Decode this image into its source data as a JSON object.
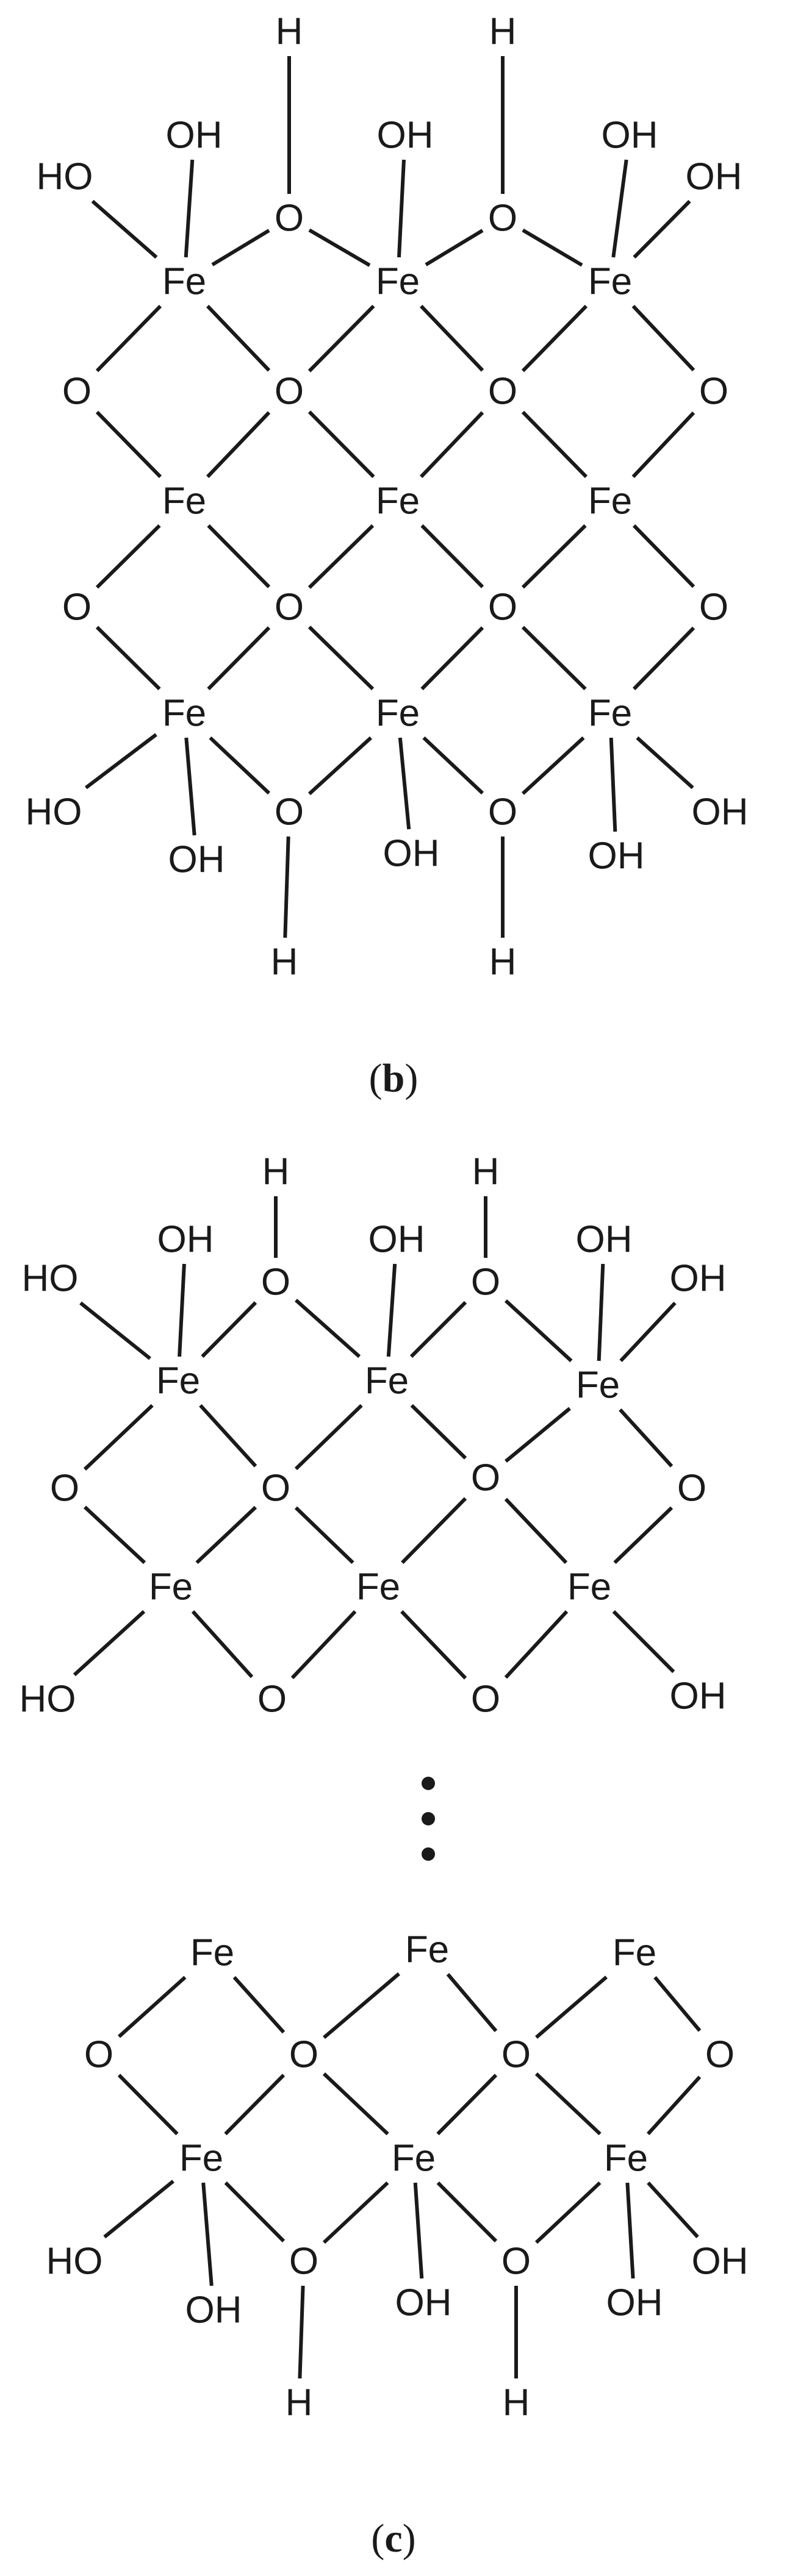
{
  "atoms": {
    "iron": "Fe",
    "oxygen": "O",
    "hydroxyl": "OH",
    "hydroxyl_left": "HO",
    "hydrogen": "H"
  },
  "captions": {
    "b": {
      "open": "(",
      "letter": "b",
      "close": ")"
    },
    "c": {
      "open": "(",
      "letter": "c",
      "close": ")"
    }
  },
  "colors": {
    "ink": "#1a1a1a",
    "background": "#ffffff"
  }
}
